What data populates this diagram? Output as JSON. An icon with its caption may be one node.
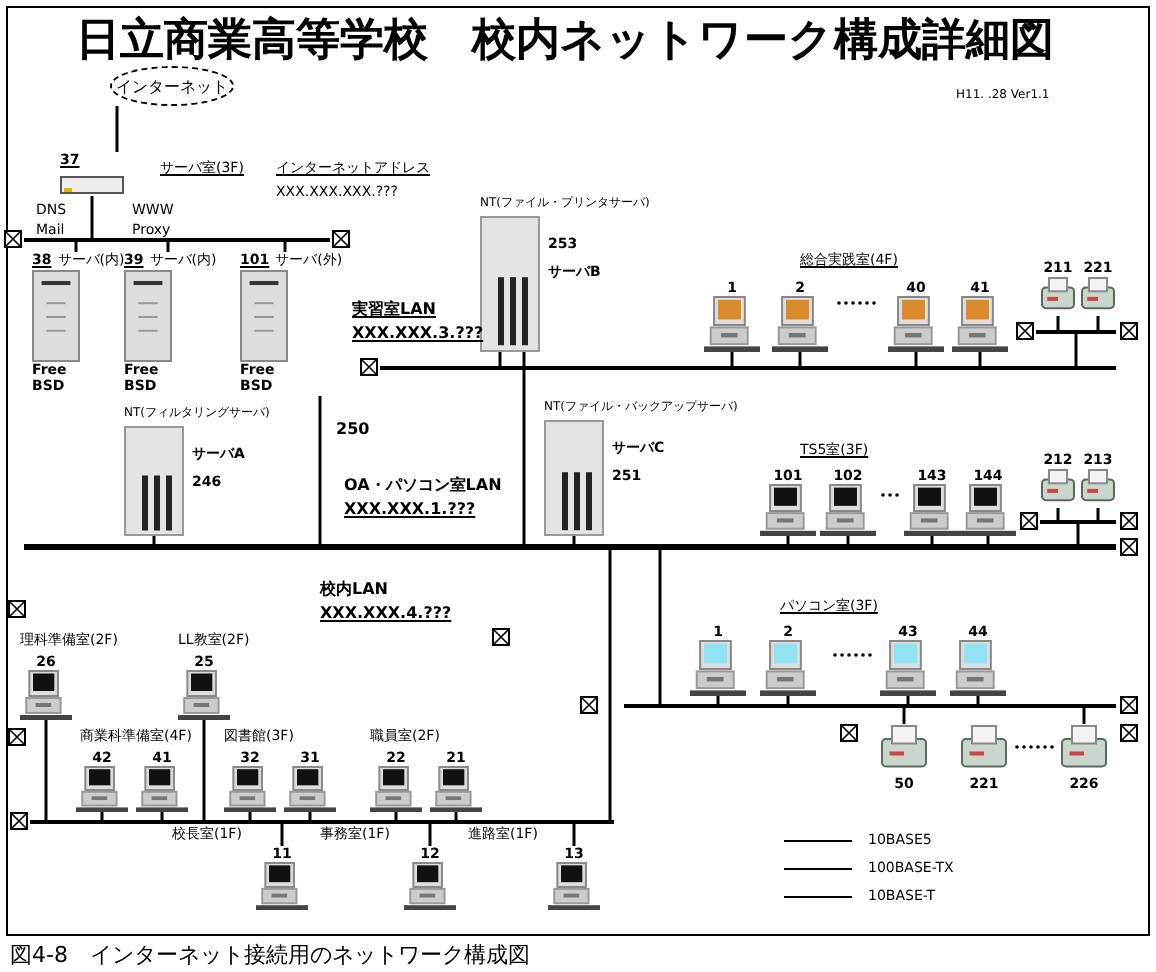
{
  "diagram": {
    "title": "日立商業高等学校　校内ネットワーク構成詳細図",
    "caption": "図4-8　インターネット接続用のネットワーク構成図",
    "nodes": [
      {
        "text": [
          "インターネット"
        ]
      },
      {
        "text": [
          "37"
        ]
      },
      {
        "text": [],
        "shape": "bar"
      },
      {
        "text": [
          "38",
          "サーバ(内)",
          "Free BSD"
        ]
      },
      {
        "text": [
          "39",
          "サーバ(内)",
          "Free BSD"
        ]
      },
      {
        "text": [
          "101",
          "サーバ(外)",
          "Free BSD"
        ]
      },
      {
        "text": [
          "NT(ファイル・プリンタサーバ)",
          "253",
          "サーバB"
        ]
      },
      {
        "text": [],
        "shape": "bar"
      },
      {
        "text": [
          "1"
        ]
      },
      {
        "text": [
          "2"
        ]
      },
      {
        "text": [
          "40"
        ]
      },
      {
        "text": [
          "41"
        ]
      },
      {
        "text": [],
        "shape": "bar"
      },
      {
        "text": [
          "211"
        ]
      },
      {
        "text": [
          "221"
        ]
      },
      {
        "text": [
          "NT(フィルタリングサーバ)",
          "サーバA",
          "246"
        ]
      },
      {
        "text": [
          "NT(ファイル・バックアップサーバ)",
          "サーバC",
          "251"
        ]
      },
      {
        "text": [],
        "shape": "bar"
      },
      {
        "text": [
          "101"
        ]
      },
      {
        "text": [
          "102"
        ]
      },
      {
        "text": [
          "143"
        ]
      },
      {
        "text": [
          "144"
        ]
      },
      {
        "text": [],
        "shape": "bar"
      },
      {
        "text": [
          "212"
        ]
      },
      {
        "text": [
          "213"
        ]
      },
      {
        "text": [],
        "shape": "bar"
      },
      {
        "text": [
          "1"
        ]
      },
      {
        "text": [
          "2"
        ]
      },
      {
        "text": [
          "43"
        ]
      },
      {
        "text": [
          "44"
        ]
      },
      {
        "text": [
          "50"
        ]
      },
      {
        "text": [
          "221"
        ]
      },
      {
        "text": [
          "226"
        ]
      },
      {
        "text": [],
        "shape": "bar"
      },
      {
        "text": [
          "26"
        ],
        "beside": [
          "理科準備室(2F)"
        ]
      },
      {
        "text": [
          "25"
        ],
        "beside": [
          "LL教室(2F)"
        ]
      },
      {
        "text": [
          "42"
        ]
      },
      {
        "text": [
          "41"
        ]
      },
      {
        "text": [
          "32"
        ]
      },
      {
        "text": [
          "31"
        ]
      },
      {
        "text": [
          "22"
        ]
      },
      {
        "text": [
          "21"
        ]
      },
      {
        "text": [
          "11"
        ]
      },
      {
        "text": [
          "12"
        ]
      },
      {
        "text": [
          "13"
        ]
      }
    ],
    "edges": [
      {
        "from": 0,
        "to": 1,
        "arrow": "none"
      },
      {
        "from": 1,
        "to": 2,
        "arrow": "none"
      },
      {
        "from": 2,
        "to": 3,
        "arrow": "none"
      },
      {
        "from": 2,
        "to": 4,
        "arrow": "none"
      },
      {
        "from": 2,
        "to": 5,
        "arrow": "none"
      },
      {
        "from": 5,
        "to": 17,
        "arrow": "none"
      },
      {
        "from": 6,
        "to": 7,
        "arrow": "none"
      },
      {
        "from": 6,
        "to": 17,
        "arrow": "none"
      },
      {
        "from": 8,
        "to": 7,
        "arrow": "none"
      },
      {
        "from": 9,
        "to": 7,
        "arrow": "none"
      },
      {
        "from": 10,
        "to": 7,
        "arrow": "none"
      },
      {
        "from": 11,
        "to": 7,
        "arrow": "none"
      },
      {
        "from": 12,
        "to": 7,
        "arrow": "none"
      },
      {
        "from": 13,
        "to": 12,
        "arrow": "none"
      },
      {
        "from": 14,
        "to": 12,
        "arrow": "none"
      },
      {
        "from": 15,
        "to": 17,
        "arrow": "none"
      },
      {
        "from": 16,
        "to": 17,
        "arrow": "none"
      },
      {
        "from": 18,
        "to": 17,
        "arrow": "none"
      },
      {
        "from": 19,
        "to": 17,
        "arrow": "none"
      },
      {
        "from": 20,
        "to": 17,
        "arrow": "none"
      },
      {
        "from": 21,
        "to": 17,
        "arrow": "none"
      },
      {
        "from": 22,
        "to": 17,
        "arrow": "none"
      },
      {
        "from": 23,
        "to": 22,
        "arrow": "none"
      },
      {
        "from": 24,
        "to": 22,
        "arrow": "none"
      },
      {
        "from": 17,
        "to": 25,
        "arrow": "none"
      },
      {
        "from": 26,
        "to": 25,
        "arrow": "none"
      },
      {
        "from": 27,
        "to": 25,
        "arrow": "none"
      },
      {
        "from": 28,
        "to": 25,
        "arrow": "none"
      },
      {
        "from": 29,
        "to": 25,
        "arrow": "none"
      },
      {
        "from": 25,
        "to": 30,
        "arrow": "none"
      },
      {
        "from": 25,
        "to": 32,
        "arrow": "none"
      },
      {
        "from": 17,
        "to": 33,
        "arrow": "none"
      },
      {
        "from": 34,
        "to": 33,
        "arrow": "none"
      },
      {
        "from": 35,
        "to": 33,
        "arrow": "none"
      },
      {
        "from": 36,
        "to": 33,
        "arrow": "none"
      },
      {
        "from": 37,
        "to": 33,
        "arrow": "none"
      },
      {
        "from": 38,
        "to": 33,
        "arrow": "none"
      },
      {
        "from": 39,
        "to": 33,
        "arrow": "none"
      },
      {
        "from": 40,
        "to": 33,
        "arrow": "none"
      },
      {
        "from": 41,
        "to": 33,
        "arrow": "none"
      },
      {
        "from": 33,
        "to": 42,
        "arrow": "none"
      },
      {
        "from": 33,
        "to": 43,
        "arrow": "none"
      },
      {
        "from": 33,
        "to": 44,
        "arrow": "none"
      }
    ],
    "labels": [
      "H11. .28 Ver1.1",
      "サーバ室(3F)",
      "インターネットアドレス",
      "XXX.XXX.XXX.???",
      "DNS Mail",
      "WWW Proxy",
      "実習室LAN",
      "XXX.XXX.3.???",
      "総合実践室(4F)",
      "250",
      "OA・パソコン室LAN",
      "XXX.XXX.1.???",
      "TS5室(3F)",
      "パソコン室(3F)",
      "校内LAN",
      "XXX.XXX.4.???",
      "商業科準備室(4F)",
      "図書館(3F)",
      "職員室(2F)",
      "校長室(1F)",
      "事務室(1F)",
      "進路室(1F)"
    ],
    "legend": [
      {
        "text": "10BASE5"
      },
      {
        "text": "100BASE-TX"
      },
      {
        "text": "10BASE-T"
      }
    ]
  }
}
